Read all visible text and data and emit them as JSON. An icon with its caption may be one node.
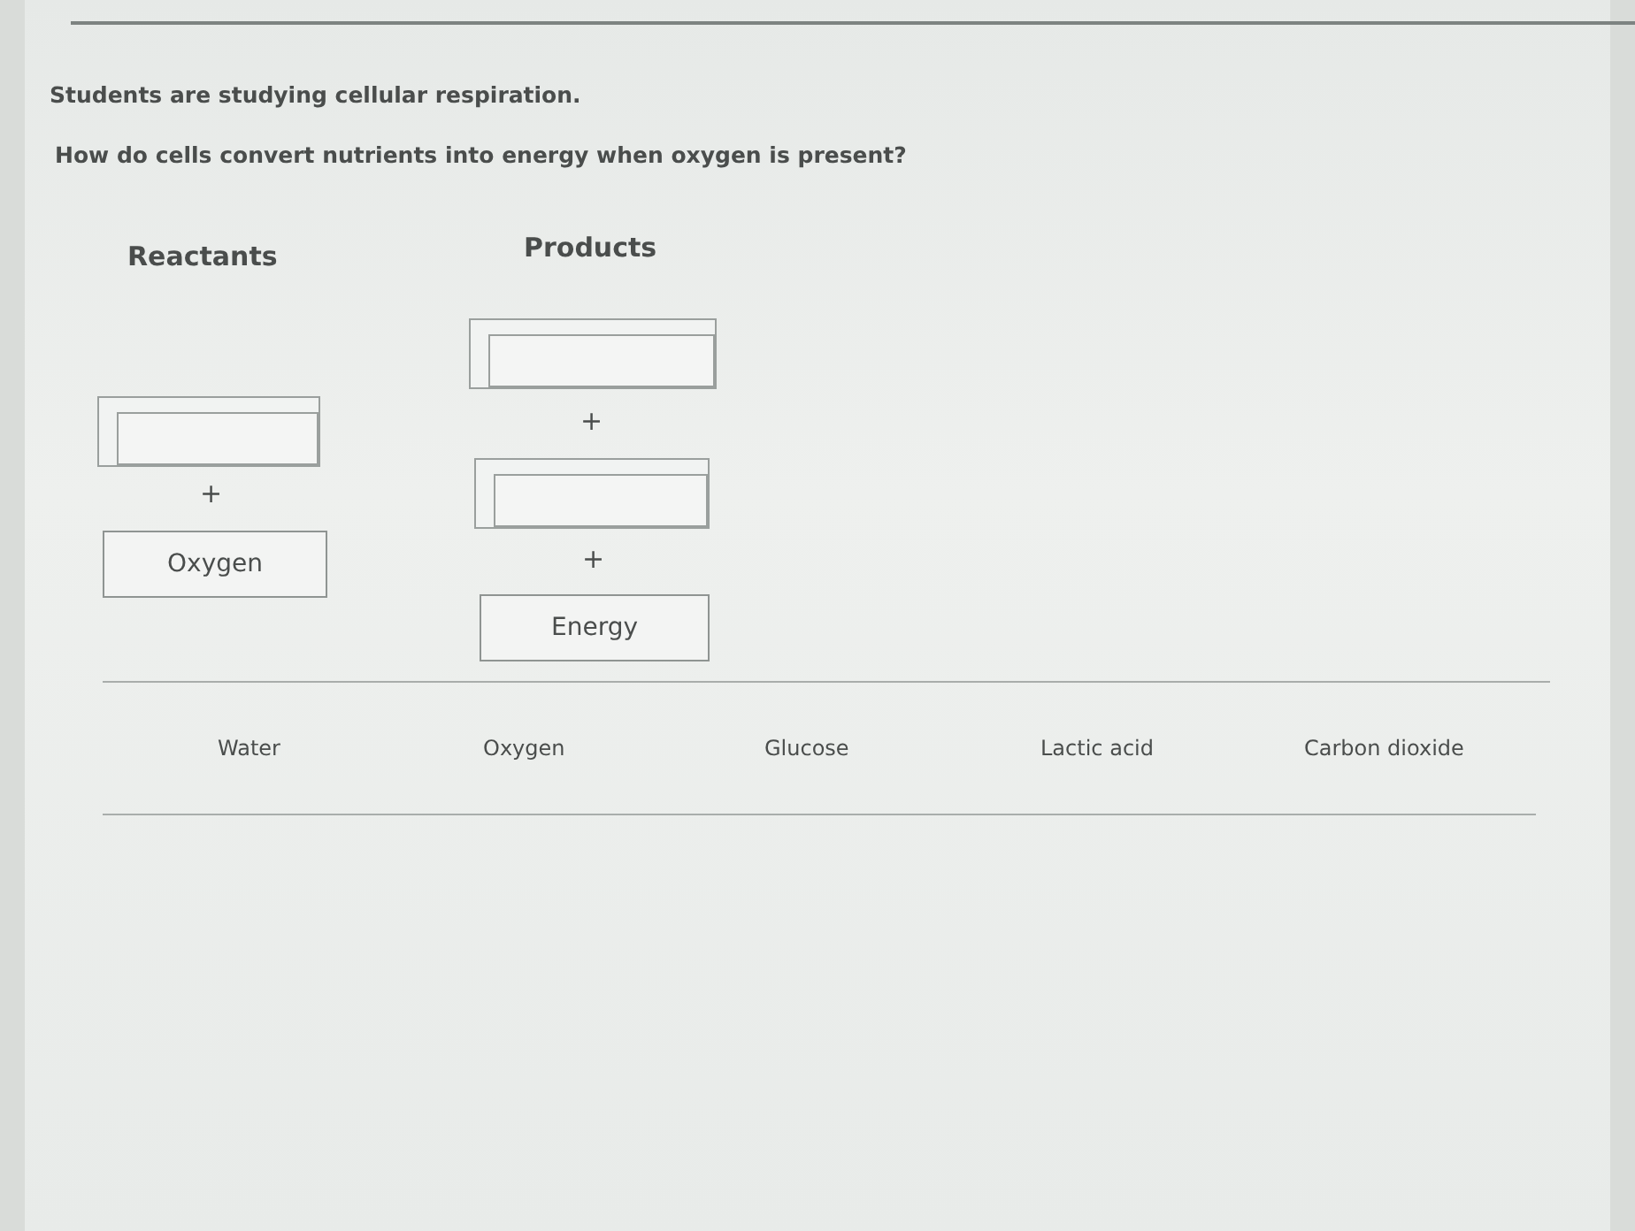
{
  "diagram": {
    "nodes": [
      {
        "text": [],
        "shape": "box"
      },
      {
        "text": [
          "Oxygen"
        ]
      },
      {
        "text": [],
        "shape": "box"
      },
      {
        "text": [],
        "shape": "box"
      },
      {
        "text": [
          "Energy"
        ]
      }
    ],
    "edges": [],
    "labels": [
      "Students are studying cellular respiration.",
      "How do cells convert nutrients into energy when oxygen is present?",
      "Reactants",
      "Products",
      "+",
      "+",
      "+",
      "Water",
      "Oxygen",
      "Glucose",
      "Lactic acid",
      "Carbon dioxide"
    ]
  }
}
